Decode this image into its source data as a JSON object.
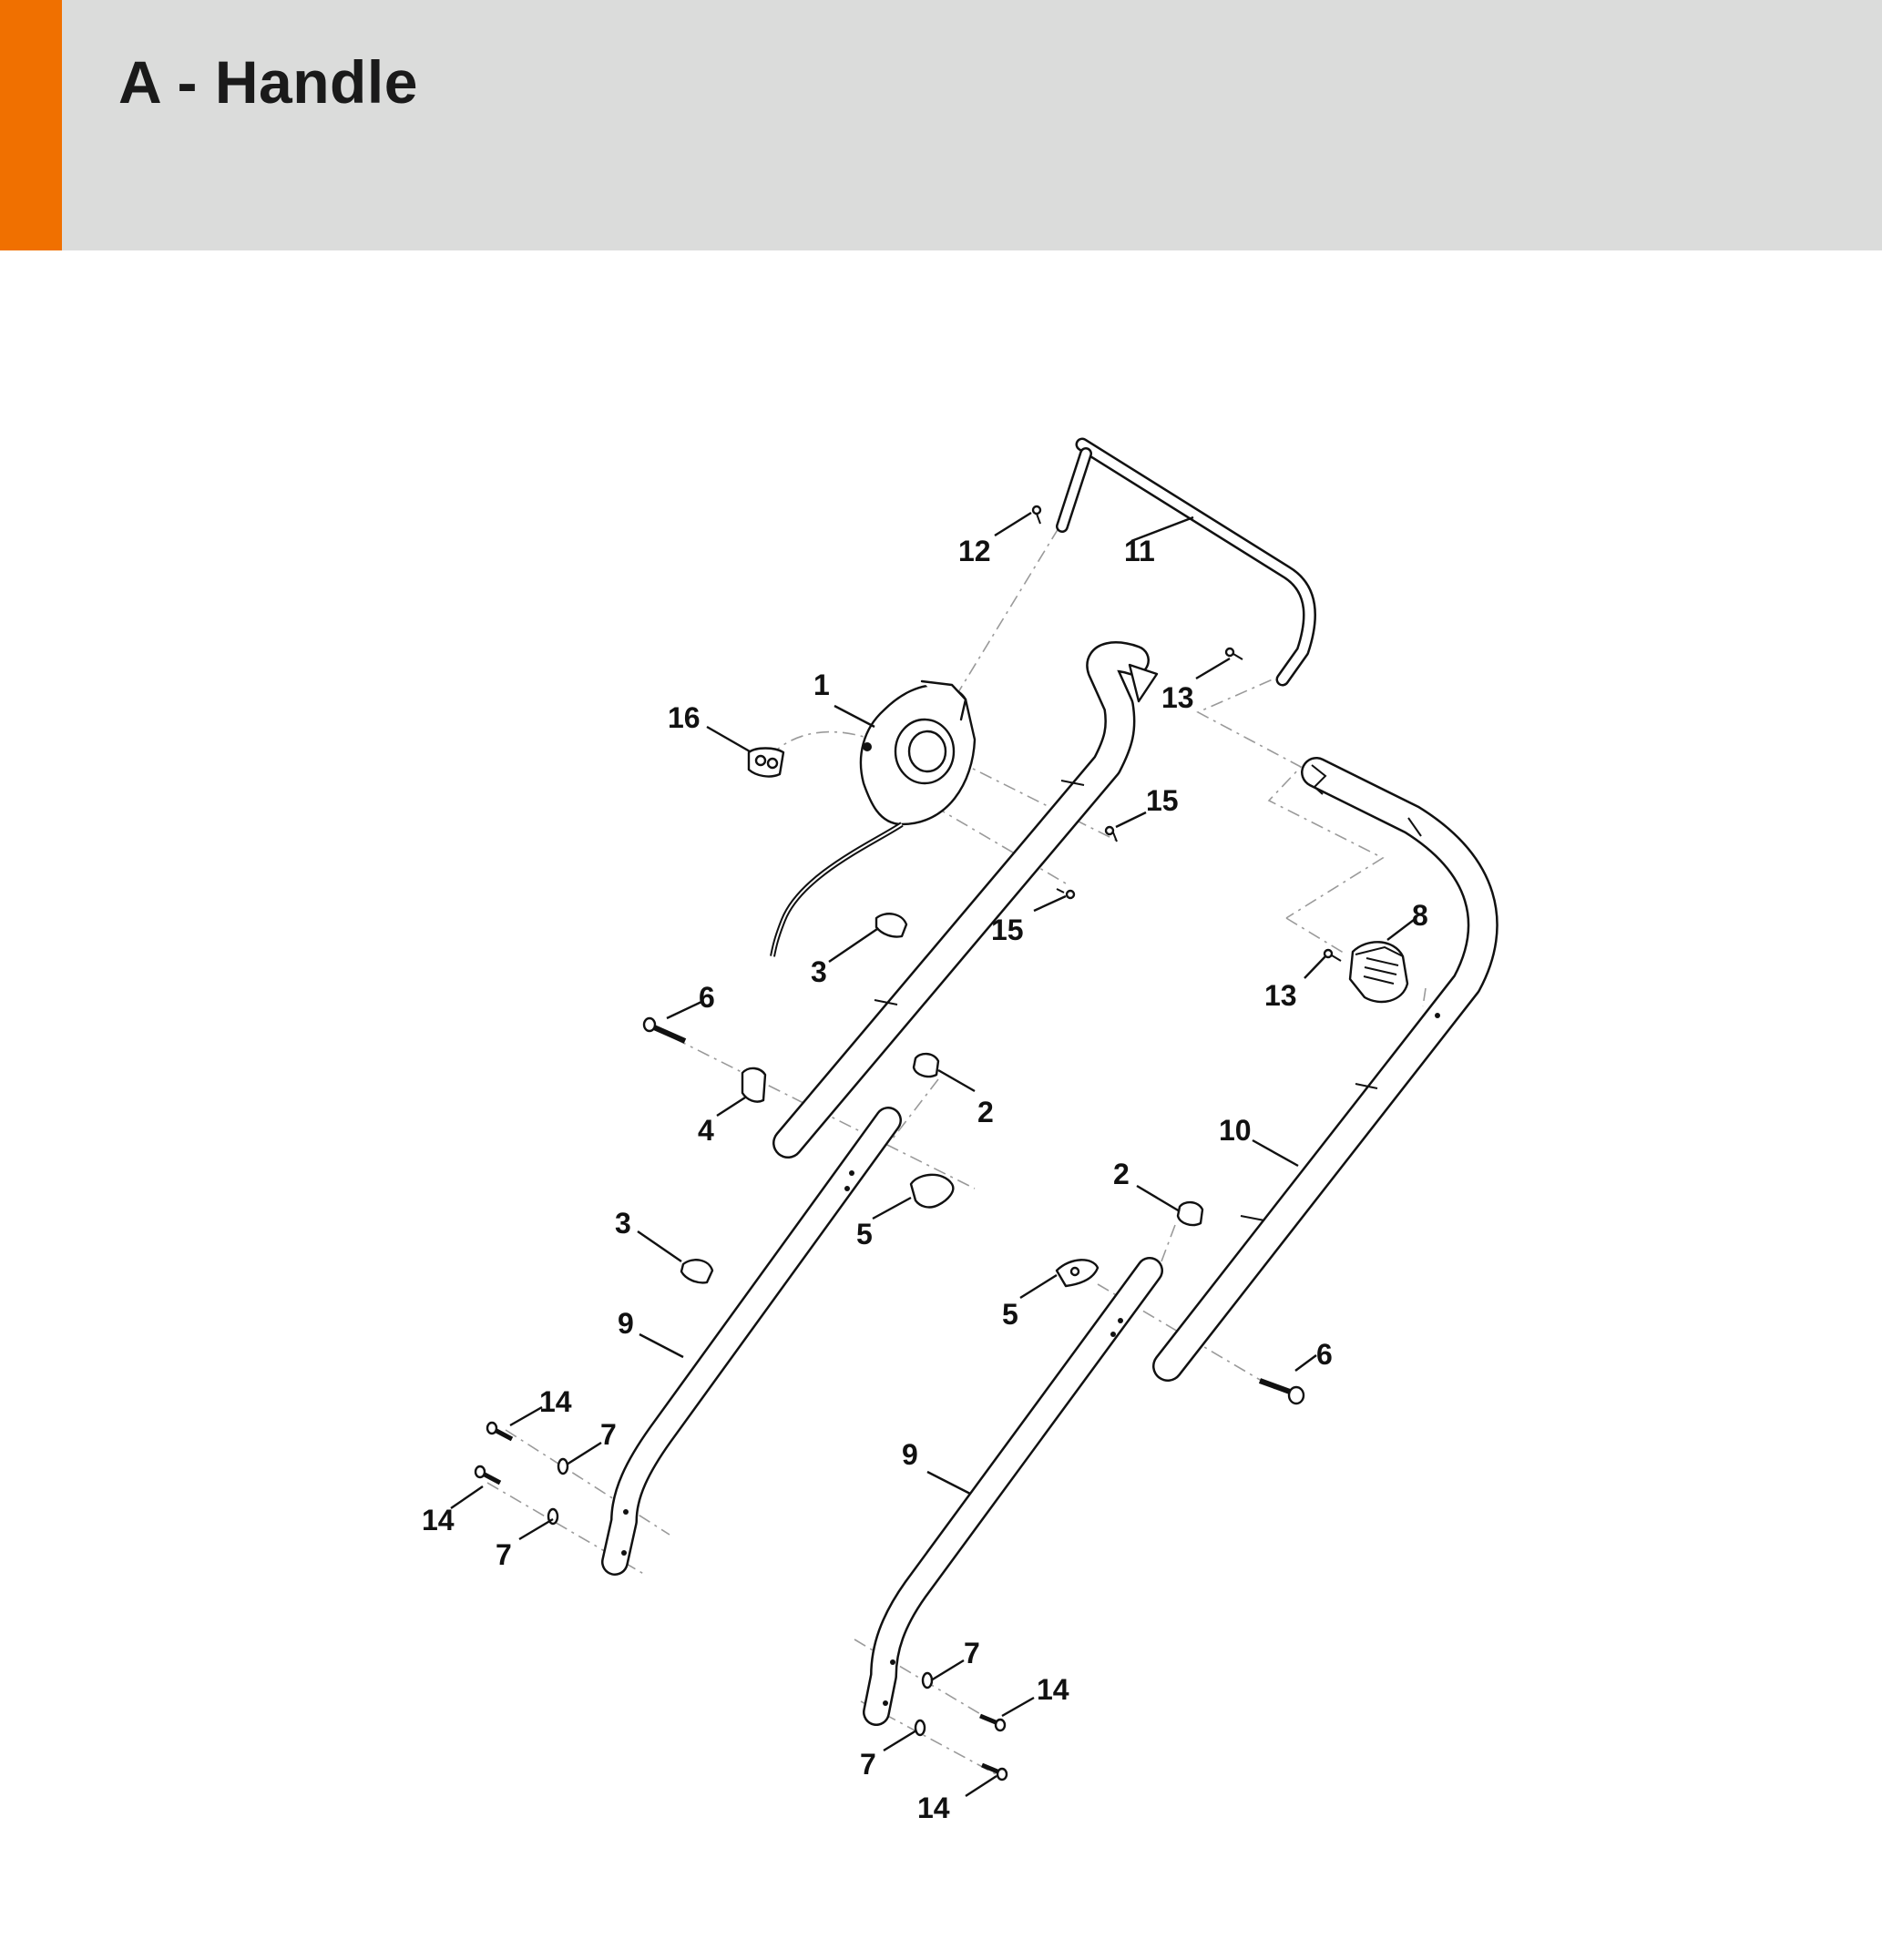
{
  "header": {
    "title": "A - Handle",
    "accent_color": "#f07000",
    "background_color": "#dbdcdb"
  },
  "callouts": [
    {
      "id": "c-12",
      "label": "12"
    },
    {
      "id": "c-11",
      "label": "11"
    },
    {
      "id": "c-1",
      "label": "1"
    },
    {
      "id": "c-16",
      "label": "16"
    },
    {
      "id": "c-13a",
      "label": "13"
    },
    {
      "id": "c-15a",
      "label": "15"
    },
    {
      "id": "c-15b",
      "label": "15"
    },
    {
      "id": "c-3a",
      "label": "3"
    },
    {
      "id": "c-8",
      "label": "8"
    },
    {
      "id": "c-13b",
      "label": "13"
    },
    {
      "id": "c-6a",
      "label": "6"
    },
    {
      "id": "c-2a",
      "label": "2"
    },
    {
      "id": "c-4",
      "label": "4"
    },
    {
      "id": "c-10",
      "label": "10"
    },
    {
      "id": "c-2b",
      "label": "2"
    },
    {
      "id": "c-3b",
      "label": "3"
    },
    {
      "id": "c-5a",
      "label": "5"
    },
    {
      "id": "c-5b",
      "label": "5"
    },
    {
      "id": "c-9a",
      "label": "9"
    },
    {
      "id": "c-6b",
      "label": "6"
    },
    {
      "id": "c-14a",
      "label": "14"
    },
    {
      "id": "c-7a",
      "label": "7"
    },
    {
      "id": "c-14b",
      "label": "14"
    },
    {
      "id": "c-7b",
      "label": "7"
    },
    {
      "id": "c-9b",
      "label": "9"
    },
    {
      "id": "c-7c",
      "label": "7"
    },
    {
      "id": "c-14c",
      "label": "14"
    },
    {
      "id": "c-7d",
      "label": "7"
    },
    {
      "id": "c-14d",
      "label": "14"
    }
  ]
}
